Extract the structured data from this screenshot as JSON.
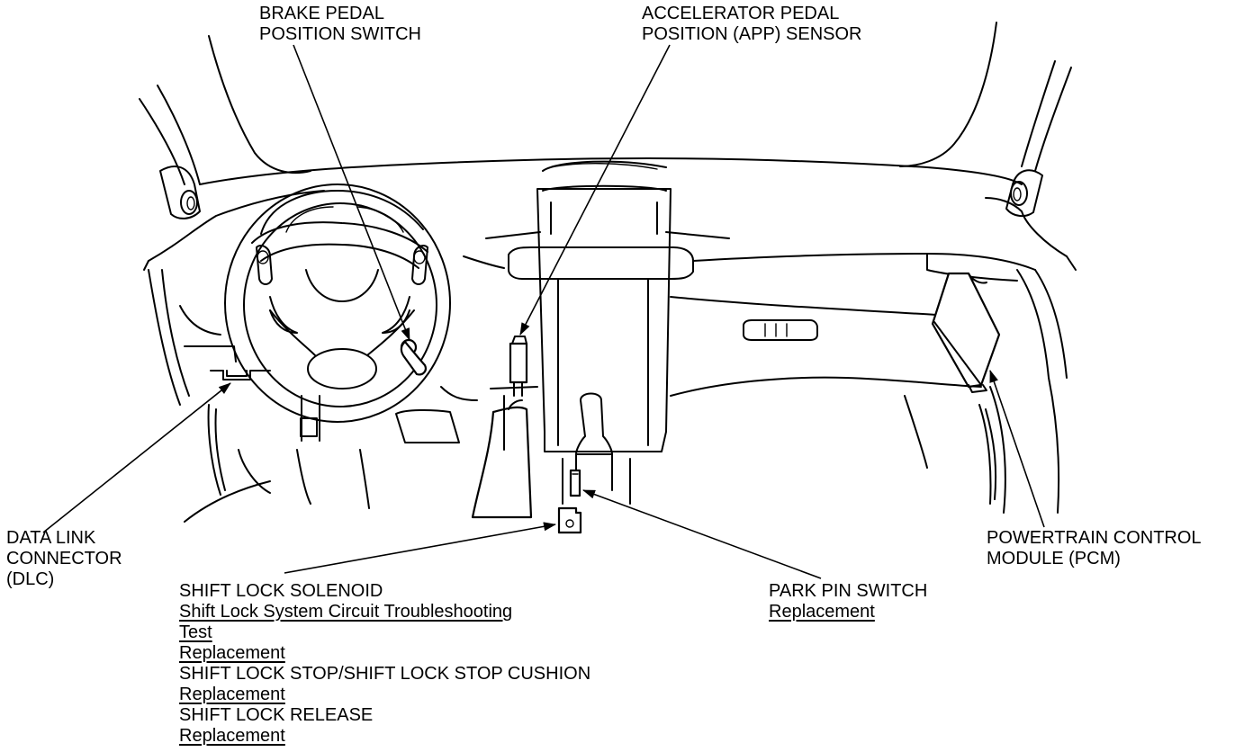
{
  "labels": {
    "brake_pedal": [
      "BRAKE PEDAL",
      "POSITION SWITCH"
    ],
    "app_sensor": [
      "ACCELERATOR PEDAL",
      "POSITION (APP) SENSOR"
    ],
    "dlc": [
      "DATA LINK",
      "CONNECTOR",
      "(DLC)"
    ],
    "pcm": [
      "POWERTRAIN CONTROL",
      "MODULE (PCM)"
    ],
    "park_pin": {
      "title": "PARK PIN SWITCH",
      "links": [
        "Replacement"
      ]
    },
    "shift_lock": {
      "title": "SHIFT LOCK SOLENOID",
      "links": [
        "Shift Lock System Circuit Troubleshooting",
        "Test",
        "Replacement"
      ],
      "stop_title": "SHIFT LOCK STOP/SHIFT LOCK STOP CUSHION",
      "stop_links": [
        "Replacement"
      ],
      "release_title": "SHIFT LOCK RELEASE",
      "release_links": [
        "Replacement"
      ]
    }
  }
}
